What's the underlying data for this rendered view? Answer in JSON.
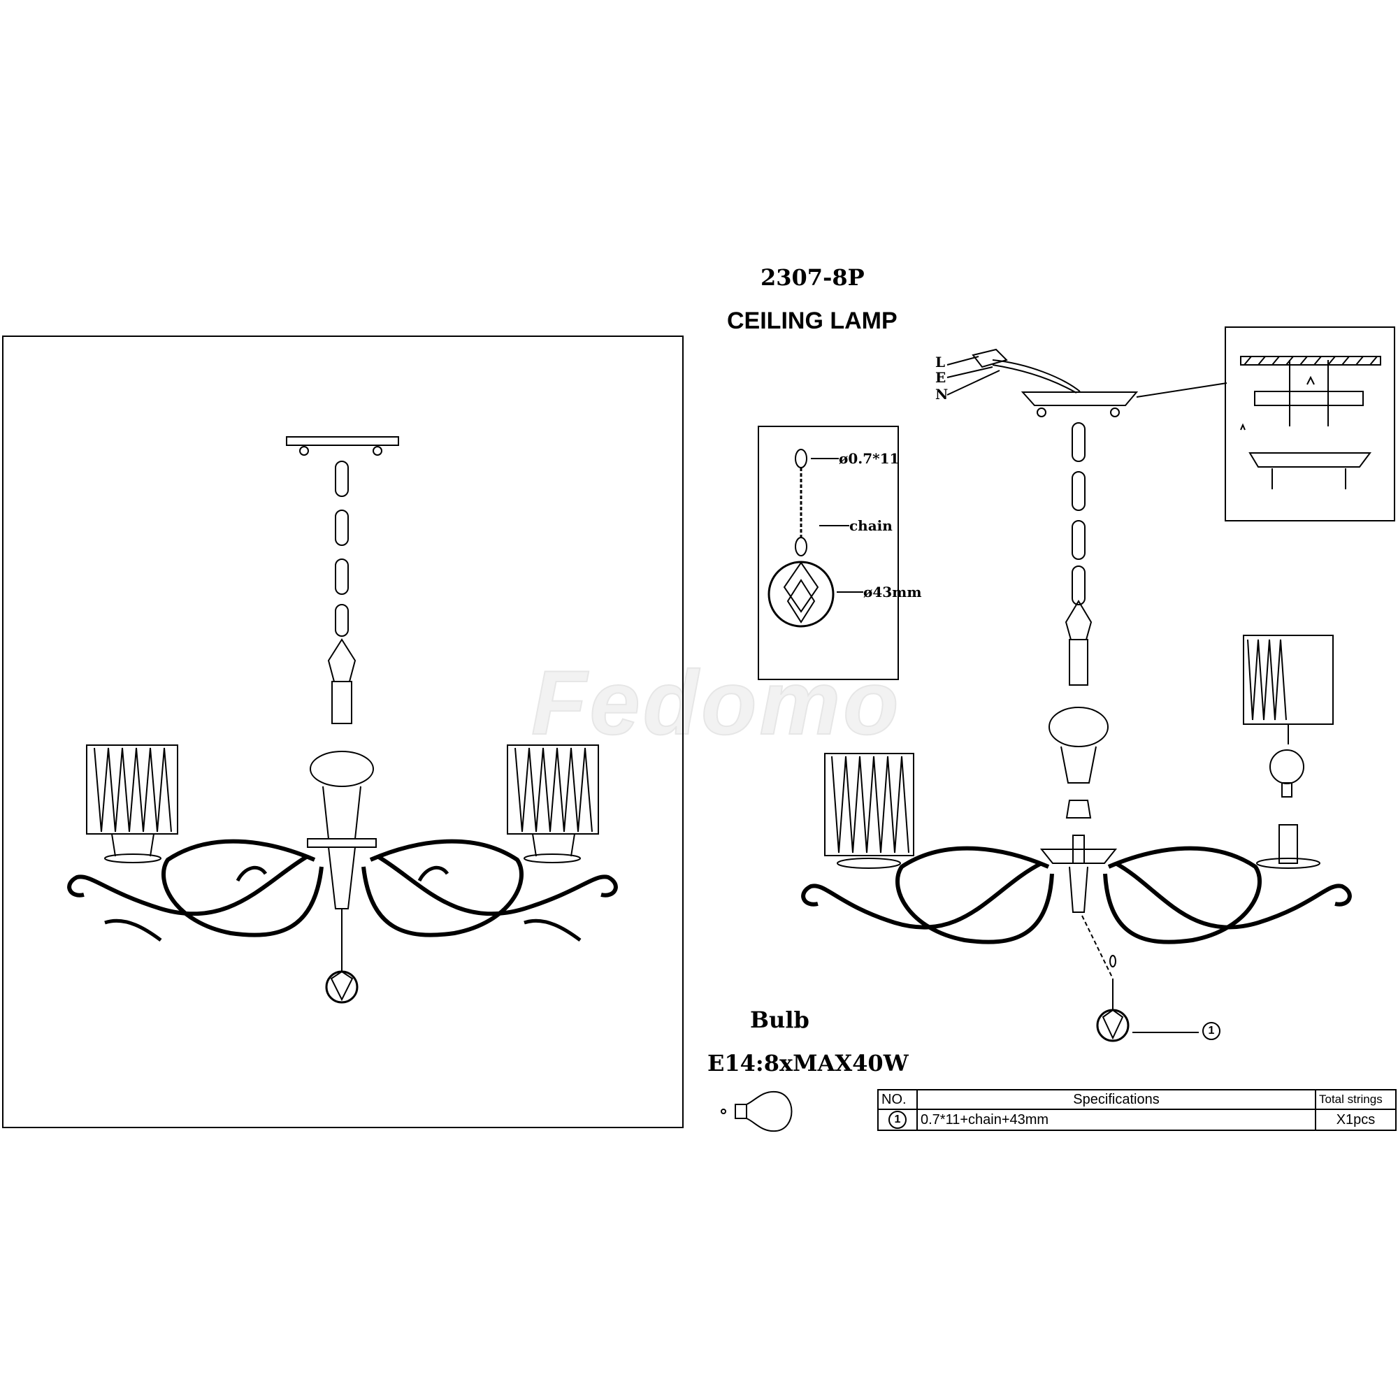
{
  "header": {
    "model": "2307-8P",
    "title": "CEILING LAMP"
  },
  "watermark": "Fedomo",
  "inset": {
    "top_label": "ø0.7*11",
    "chain_label": "chain",
    "ball_label": "ø43mm"
  },
  "wiring": {
    "labels": [
      "L",
      "E",
      "N"
    ]
  },
  "bulb": {
    "heading": "Bulb",
    "spec": "E14:8xMAX40W"
  },
  "callout": "1",
  "table": {
    "headers": [
      "NO.",
      "Specifications",
      "Total strings"
    ],
    "rows": [
      {
        "no": "1",
        "spec": "0.7*11+chain+43mm",
        "qty": "X1pcs"
      }
    ]
  }
}
